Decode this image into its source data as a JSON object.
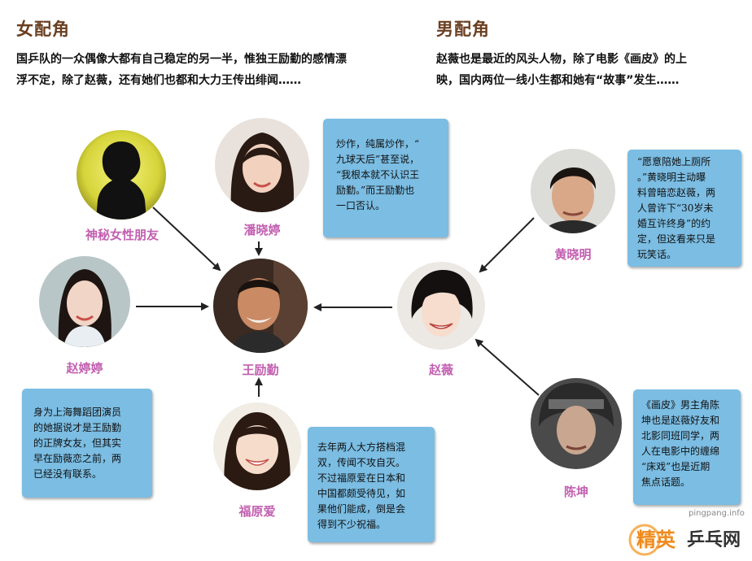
{
  "female": {
    "title": "女配角",
    "desc_lines": [
      "国乒队的一众偶像大都有自己稳定的另一半，惟独王励勤的感情漂",
      "浮不定，除了赵薇，还有她们也都和大力王传出绯闻……"
    ]
  },
  "male": {
    "title": "男配角",
    "desc_lines": [
      "赵薇也是最近的风头人物，除了电影《画皮》的上",
      "映，国内两位一线小生都和她有“故事”发生……"
    ]
  },
  "people": {
    "mystery": "神秘女性朋友",
    "pan": "潘晓婷",
    "zhaotingting": "赵婷婷",
    "wang": "王励勤",
    "fuyuan": "福原爱",
    "zhaowei": "赵薇",
    "huang": "黄晓明",
    "chen": "陈坤"
  },
  "notes": {
    "pan": [
      "炒作，纯属炒作，“",
      "九球天后”甚至说，",
      "“我根本就不认识王",
      "励勤。”而王励勤也",
      "一口否认。"
    ],
    "zhaotingting": [
      "身为上海舞蹈团演员",
      "的她据说才是王励勤",
      "的正牌女友，但其实",
      "早在励薇恋之前，两",
      "已经没有联系。"
    ],
    "fuyuan": [
      "去年两人大方搭档混",
      "双，传闻不攻自灭。",
      "不过福原爱在日本和",
      "中国都颇受待见，如",
      "果他们能成，倒是会",
      "得到不少祝福。"
    ],
    "huang": [
      "“愿意陪她上厕所",
      "。”黄晓明主动曝",
      "料曾暗恋赵薇，两",
      "人曾许下“30岁未",
      "婚互许终身”的约",
      "定，但这看来只是",
      "玩笑话。"
    ],
    "chen": [
      "《画皮》男主角陈",
      "坤也是赵薇好友和",
      "北影同班同学，两",
      "人在电影中的缠绵",
      "“床戏”也是近期",
      "焦点话题。"
    ]
  },
  "watermark": {
    "url": "pingpang.info",
    "logo_left": "精英",
    "logo_right": "乒乓网"
  },
  "colors": {
    "name": "#c25fb0",
    "note_bg": "#7bbde3",
    "title": "#6a3f20",
    "logo": "#f08a1c"
  }
}
